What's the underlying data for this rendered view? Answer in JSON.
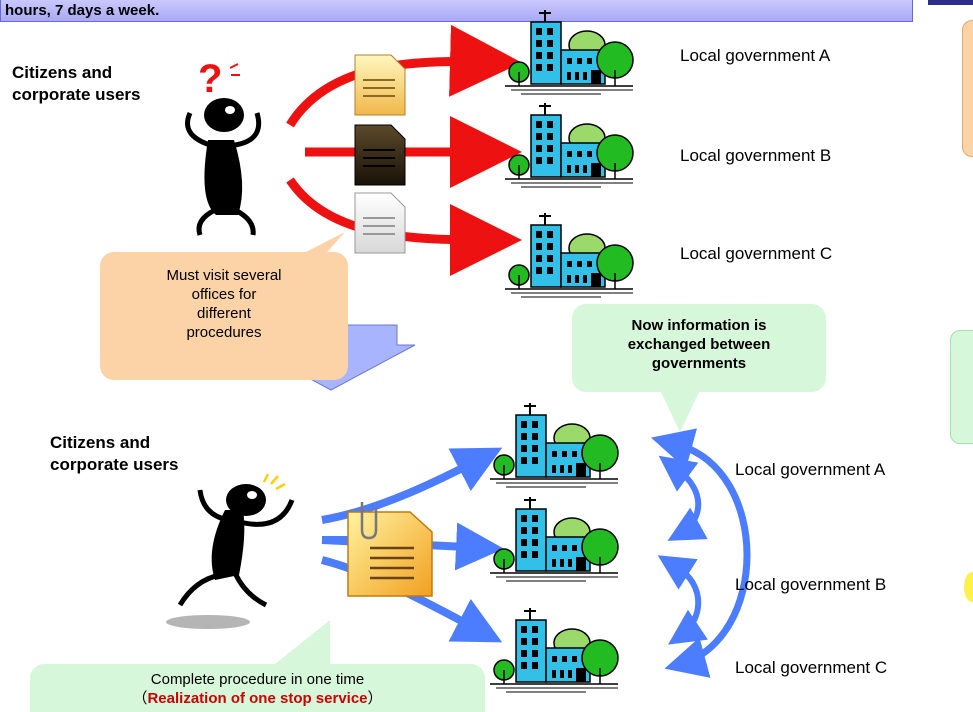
{
  "header": {
    "text": "hours, 7 days a week."
  },
  "top_section": {
    "users_label_line1": "Citizens and",
    "users_label_line2": "corporate users",
    "governments": [
      "Local government A",
      "Local government B",
      "Local government C"
    ],
    "callout_lines": [
      "Must visit several",
      "offices for",
      "different",
      "procedures"
    ]
  },
  "bottom_section": {
    "users_label_line1": "Citizens and",
    "users_label_line2": "corporate users",
    "governments": [
      "Local government A",
      "Local government B",
      "Local government C"
    ],
    "exchange_callout_lines": [
      "Now information is",
      "exchanged between",
      "governments"
    ],
    "result_callout_line1": "Complete procedure in one time",
    "result_callout_open": "（",
    "result_callout_highlight": "Realization of one stop service",
    "result_callout_close": "）"
  },
  "colors": {
    "header_bg": "#b8b8f8",
    "red_arrow": "#ee1111",
    "blue_arrow": "#4c7dff",
    "building": "#33c0e8",
    "tree": "#22bb22",
    "callout_orange": "#fbd3a7",
    "callout_green": "#d6f7da",
    "down_arrow": "#a9b4ff",
    "highlight_text": "#cc0000"
  },
  "icons": [
    "question-mark-icon",
    "document-icon",
    "building-icon",
    "tree-icon",
    "stick-figure-icon",
    "down-arrow-icon",
    "paperclip-document-icon"
  ]
}
